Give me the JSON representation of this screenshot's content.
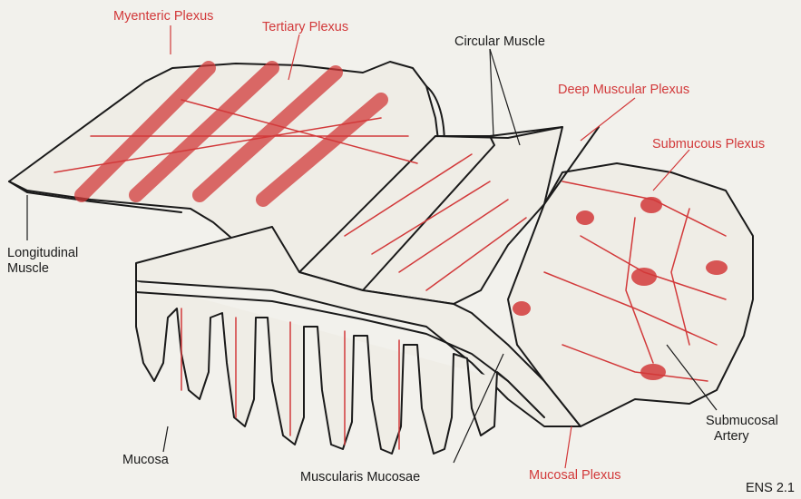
{
  "labels": {
    "myenteric_plexus": "Myenteric Plexus",
    "tertiary_plexus": "Tertiary Plexus",
    "circular_muscle": "Circular Muscle",
    "deep_muscular_plexus": "Deep Muscular Plexus",
    "submucous_plexus": "Submucous Plexus",
    "longitudinal_muscle_line1": "Longitudinal",
    "longitudinal_muscle_line2": "Muscle",
    "submucosal_artery_line1": "Submucosal",
    "submucosal_artery_line2": "Artery",
    "mucosa": "Mucosa",
    "muscularis_mucosae": "Muscularis Mucosae",
    "mucosal_plexus": "Mucosal Plexus",
    "figure_code": "ENS 2.1"
  },
  "colors": {
    "plexus_red": "#d2393a",
    "label_black": "#1a1a1a",
    "background": "#f2f1ec"
  }
}
